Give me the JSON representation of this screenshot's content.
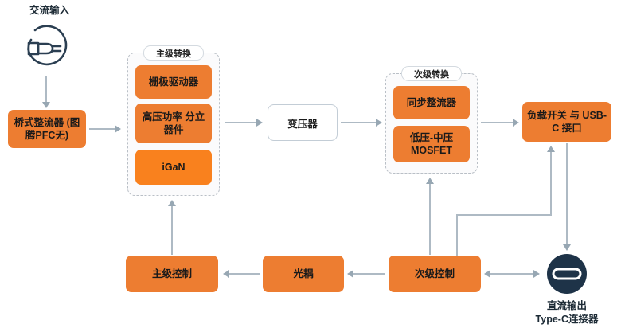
{
  "diagram": {
    "title_ac_input": "交流输入",
    "nodes": {
      "ac_plug_icon": "ac-plug-icon",
      "bridge_rectifier": "桥式整流器\n(图腾PFC无)",
      "gate_driver": "栅极驱动器",
      "hv_discrete": "高压功率\n分立器件",
      "igan": "iGaN",
      "transformer": "变压器",
      "sync_rectifier": "同步整流器",
      "lv_mv_mosfet": "低压-中压\nMOSFET",
      "load_switch_usbc": "负载开关 与\nUSB-C 接口",
      "primary_control": "主级控制",
      "optocoupler": "光耦",
      "secondary_control": "次级控制",
      "typec_icon": "usb-c-connector-icon",
      "dc_output_caption": "直流输出\nType-C连接器"
    },
    "groups": {
      "primary_conversion": "主级转换",
      "secondary_conversion": "次级转换"
    },
    "colors": {
      "orange": "#ED7D31",
      "orange_bright": "#F9811E",
      "navy": "#1E3348",
      "line": "#aebac4",
      "arrowhead": "#97a7b3",
      "group_border": "#b9bfc6",
      "box_border": "#c3cdd6"
    }
  }
}
